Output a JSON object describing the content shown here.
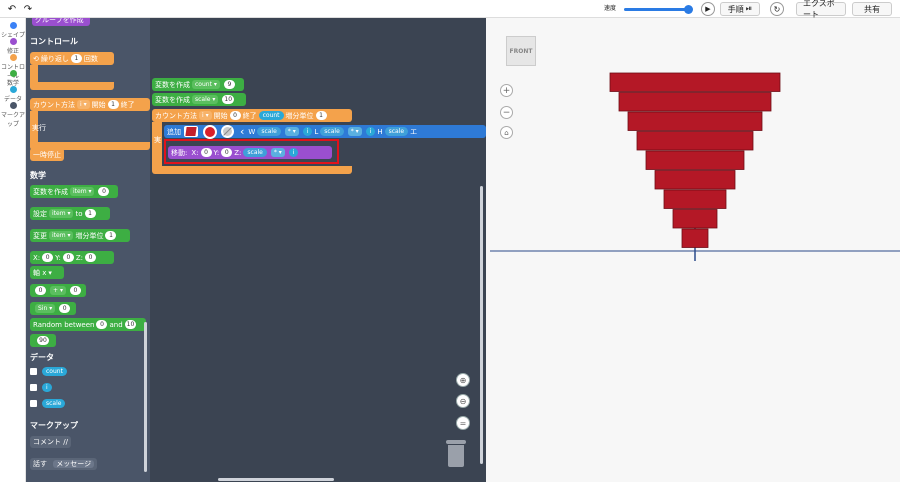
{
  "topbar": {
    "undo_icon": "undo-icon",
    "redo_icon": "redo-icon",
    "speed_label": "速度",
    "speed_value": 0.9,
    "step_label": "手順",
    "export_label": "エクスポート",
    "share_label": "共有"
  },
  "categories": [
    {
      "label": "シェイプ",
      "color": "#3b82f6"
    },
    {
      "label": "修正",
      "color": "#9a4fcf"
    },
    {
      "label": "コントロール",
      "color": "#f4a24b"
    },
    {
      "label": "数学",
      "color": "#3dae43"
    },
    {
      "label": "データ",
      "color": "#2aa8d8"
    },
    {
      "label": "マークアップ",
      "color": "#4a5568"
    }
  ],
  "flyout": {
    "group_button": "グループを作成",
    "control_header": "コントロール",
    "repeat_label": "繰り返し",
    "repeat_count": "1",
    "repeat_unit": "回数",
    "count_label": "カウント方法",
    "count_var": "i",
    "count_start_label": "開始",
    "count_start": "1",
    "count_end_label": "終了",
    "execute_label": "実行",
    "pause_label": "一時停止",
    "math_header": "数学",
    "create_var_label": "変数を作成",
    "create_var_name": "item",
    "create_var_value": "0",
    "set_label": "設定",
    "set_var": "item",
    "set_to": "to",
    "set_value": "1",
    "change_label": "変更",
    "change_var": "item",
    "change_by": "増分単位",
    "change_value": "1",
    "xyz_x": "X:",
    "xyz_x_val": "0",
    "xyz_y": "Y:",
    "xyz_y_val": "0",
    "xyz_z": "Z:",
    "xyz_z_val": "0",
    "axis_label": "軸 x",
    "op_left": "0",
    "op": "+",
    "op_right": "0",
    "sin_label": "Sin",
    "sin_value": "0",
    "random_label": "Random between",
    "random_from": "0",
    "random_and": "and",
    "random_to": "10",
    "ninety": "90",
    "data_header": "データ",
    "data_vars": [
      "count",
      "i",
      "scale"
    ],
    "markup_header": "マークアップ",
    "comment_label": "コメント //",
    "say_label": "話す",
    "say_value": "メッセージ"
  },
  "workspace": {
    "var1_label": "変数を作成",
    "var1_name": "count",
    "var1_value": "9",
    "var2_label": "変数を作成",
    "var2_name": "scale",
    "var2_value": "10",
    "loop_label": "カウント方法",
    "loop_var": "i",
    "loop_start_label": "開始",
    "loop_start": "0",
    "loop_end_label": "終了",
    "loop_end": "count",
    "loop_step_label": "増分単位",
    "loop_step": "1",
    "exec_label": "実",
    "add_label": "追加",
    "w_label": "W",
    "w_var": "scale",
    "w_op": "*",
    "w_var2": "i",
    "l_label": "L",
    "l_var": "scale",
    "l_op": "*",
    "l_var2": "i",
    "h_label": "H",
    "h_var": "scale",
    "h_tail": "エ",
    "move_label": "移動:",
    "move_x": "X:",
    "move_x_val": "0",
    "move_y": "Y:",
    "move_y_val": "0",
    "move_z": "Z:",
    "move_z_var": "scale",
    "move_z_op": "*",
    "move_z_var2": "i",
    "highlight_color": "#e0121b"
  },
  "viewport": {
    "front_label": "FRONT",
    "shape_color": "#b41826",
    "axis_color": "#2b4a8a",
    "layer_count": 9
  }
}
